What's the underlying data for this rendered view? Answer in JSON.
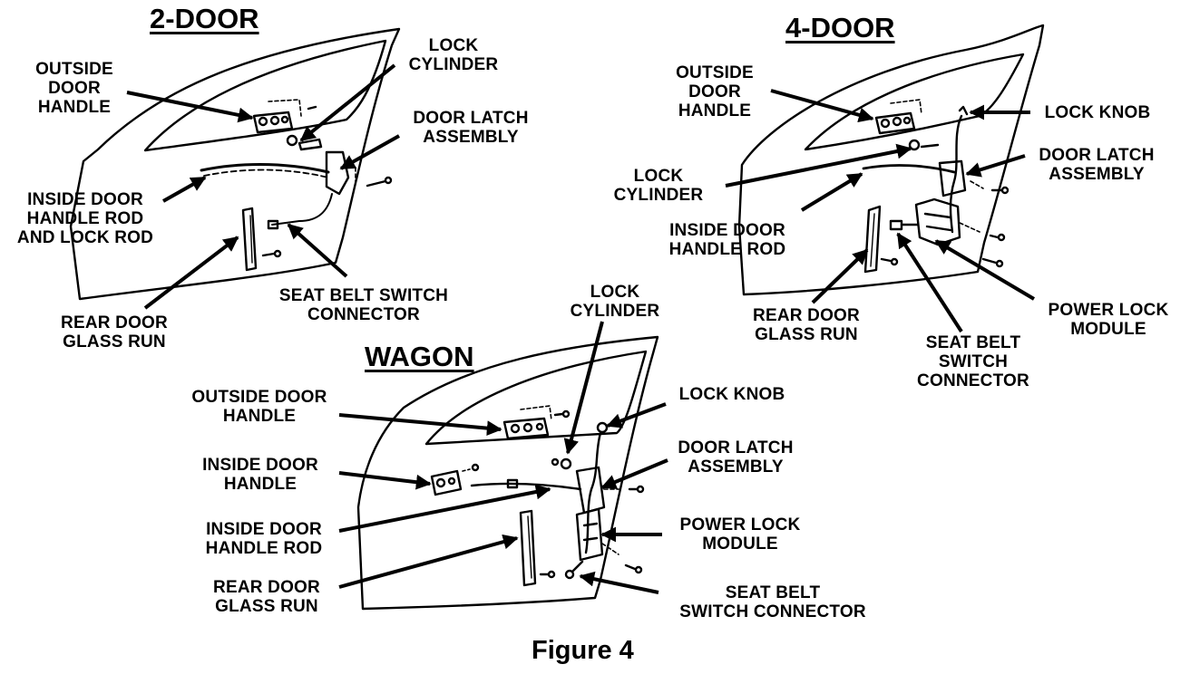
{
  "figure_caption": "Figure 4",
  "panels": {
    "two_door": {
      "title": "2-DOOR",
      "labels": {
        "outside_door_handle": [
          "OUTSIDE",
          "DOOR",
          "HANDLE"
        ],
        "lock_cylinder": [
          "LOCK",
          "CYLINDER"
        ],
        "door_latch_assembly": [
          "DOOR LATCH",
          "ASSEMBLY"
        ],
        "inside_door_handle_rod": [
          "INSIDE DOOR",
          "HANDLE ROD",
          "AND LOCK ROD"
        ],
        "seat_belt_switch_connector": [
          "SEAT BELT SWITCH",
          "CONNECTOR"
        ],
        "rear_door_glass_run": [
          "REAR DOOR",
          "GLASS RUN"
        ]
      }
    },
    "four_door": {
      "title": "4-DOOR",
      "labels": {
        "outside_door_handle": [
          "OUTSIDE",
          "DOOR",
          "HANDLE"
        ],
        "lock_knob": [
          "LOCK KNOB"
        ],
        "door_latch_assembly": [
          "DOOR LATCH",
          "ASSEMBLY"
        ],
        "lock_cylinder": [
          "LOCK",
          "CYLINDER"
        ],
        "inside_door_handle_rod": [
          "INSIDE DOOR",
          "HANDLE ROD"
        ],
        "rear_door_glass_run": [
          "REAR DOOR",
          "GLASS RUN"
        ],
        "seat_belt_switch_connector": [
          "SEAT BELT",
          "SWITCH",
          "CONNECTOR"
        ],
        "power_lock_module": [
          "POWER LOCK",
          "MODULE"
        ]
      }
    },
    "wagon": {
      "title": "WAGON",
      "labels": {
        "lock_cylinder": [
          "LOCK",
          "CYLINDER"
        ],
        "outside_door_handle": [
          "OUTSIDE DOOR",
          "HANDLE"
        ],
        "lock_knob": [
          "LOCK KNOB"
        ],
        "inside_door_handle": [
          "INSIDE DOOR",
          "HANDLE"
        ],
        "door_latch_assembly": [
          "DOOR LATCH",
          "ASSEMBLY"
        ],
        "inside_door_handle_rod": [
          "INSIDE DOOR",
          "HANDLE ROD"
        ],
        "power_lock_module": [
          "POWER LOCK",
          "MODULE"
        ],
        "rear_door_glass_run": [
          "REAR DOOR",
          "GLASS RUN"
        ],
        "seat_belt_switch_connector": [
          "SEAT BELT",
          "SWITCH CONNECTOR"
        ]
      }
    }
  }
}
